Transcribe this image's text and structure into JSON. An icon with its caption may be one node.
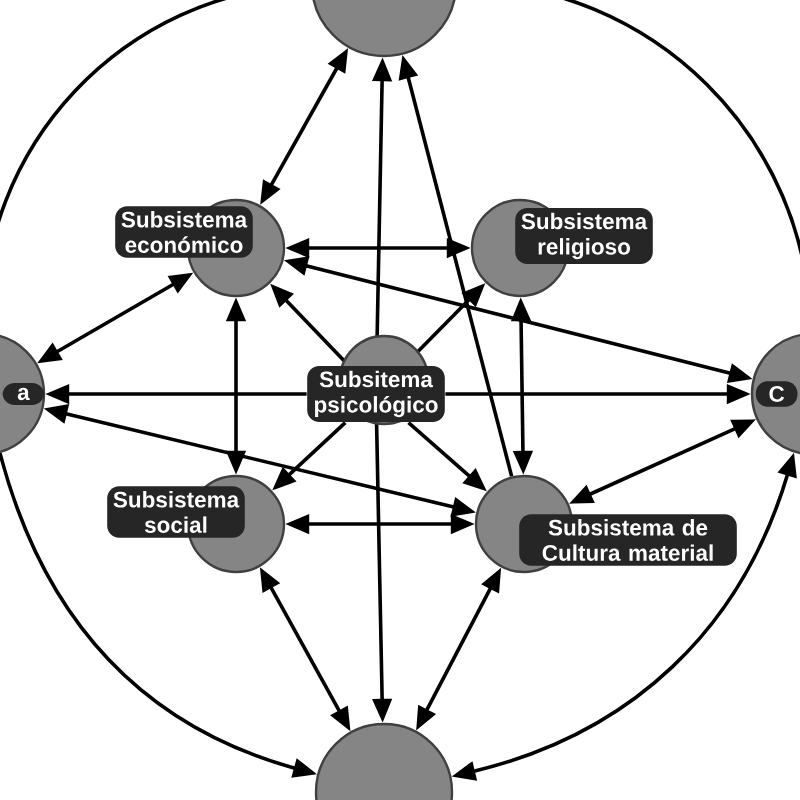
{
  "diagram": {
    "nodes": [
      {
        "text": [],
        "shape": "circle"
      },
      {
        "text": [
          "Subsistema económico"
        ]
      },
      {
        "text": [
          "Subsistema religioso"
        ]
      },
      {
        "text": [
          "a"
        ]
      },
      {
        "text": [
          "Subsitema psicológico"
        ]
      },
      {
        "text": [
          "C"
        ]
      },
      {
        "text": [
          "Subsistema social"
        ]
      },
      {
        "text": [
          "Subsistema de Cultura material"
        ]
      },
      {
        "text": [],
        "shape": "circle"
      }
    ],
    "edges": [
      {
        "from": 1,
        "to": 0,
        "arrow": "both"
      },
      {
        "from": 4,
        "to": 0,
        "arrow": "to"
      },
      {
        "from": 7,
        "to": 0,
        "arrow": "to"
      },
      {
        "from": 1,
        "to": 2,
        "arrow": "both"
      },
      {
        "from": 3,
        "to": 1,
        "arrow": "both"
      },
      {
        "from": 4,
        "to": 1,
        "arrow": "to"
      },
      {
        "from": 4,
        "to": 2,
        "arrow": "to"
      },
      {
        "from": 1,
        "to": 5,
        "arrow": "both"
      },
      {
        "from": 4,
        "to": 3,
        "arrow": "to"
      },
      {
        "from": 4,
        "to": 5,
        "arrow": "to"
      },
      {
        "from": 2,
        "to": 7,
        "arrow": "both"
      },
      {
        "from": 1,
        "to": 6,
        "arrow": "both"
      },
      {
        "from": 3,
        "to": 7,
        "arrow": "both"
      },
      {
        "from": 4,
        "to": 6,
        "arrow": "to"
      },
      {
        "from": 4,
        "to": 7,
        "arrow": "to"
      },
      {
        "from": 5,
        "to": 7,
        "arrow": "both"
      },
      {
        "from": 6,
        "to": 7,
        "arrow": "both"
      },
      {
        "from": 4,
        "to": 8,
        "arrow": "to"
      },
      {
        "from": 6,
        "to": 8,
        "arrow": "both"
      },
      {
        "from": 7,
        "to": 8,
        "arrow": "both"
      },
      {
        "from": 0,
        "to": 3,
        "arrow": "none"
      },
      {
        "from": 3,
        "to": 8,
        "arrow": "to"
      },
      {
        "from": 8,
        "to": 5,
        "arrow": "both"
      },
      {
        "from": 0,
        "to": 5,
        "arrow": "none"
      }
    ]
  }
}
